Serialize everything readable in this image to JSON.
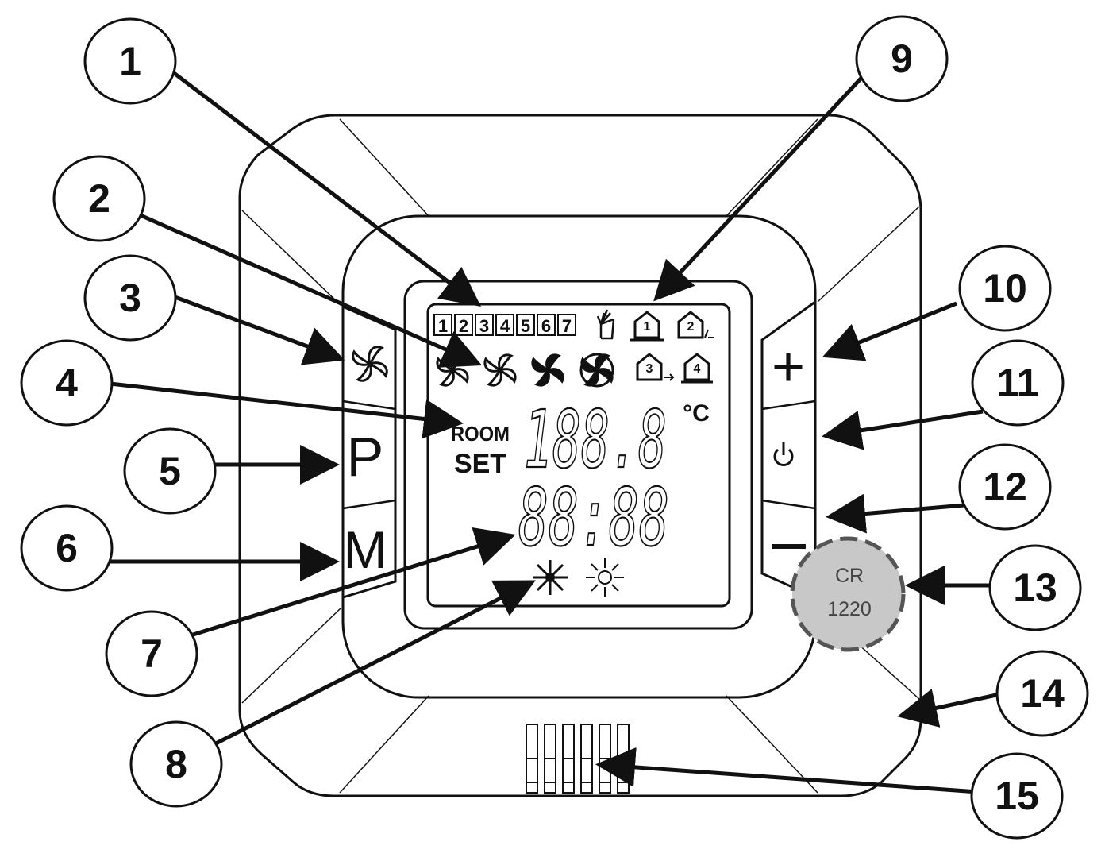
{
  "buttons": {
    "fan": "fan-icon",
    "p": "P",
    "m": "M",
    "plus": "+",
    "power": "power-icon",
    "minus": "—"
  },
  "lcd": {
    "weekdays": [
      "1",
      "2",
      "3",
      "4",
      "5",
      "6",
      "7"
    ],
    "room_label": "ROOM",
    "set_label": "SET",
    "temperature": "188.8",
    "unit": "°C",
    "time": "88:88"
  },
  "battery": {
    "line1": "CR",
    "line2": "1220"
  },
  "callouts": [
    "1",
    "2",
    "3",
    "4",
    "5",
    "6",
    "7",
    "8",
    "9",
    "10",
    "11",
    "12",
    "13",
    "14",
    "15"
  ]
}
